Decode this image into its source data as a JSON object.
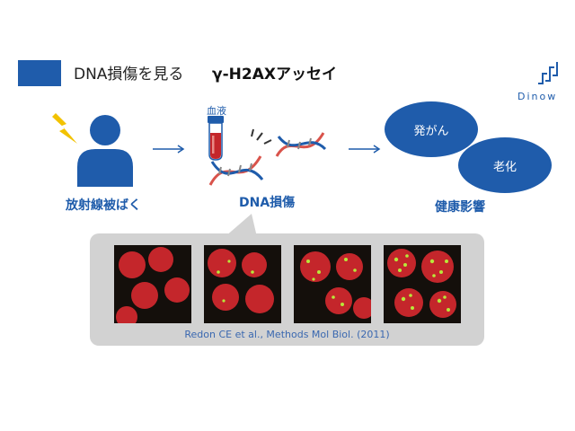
{
  "header": {
    "title": "DNA損傷を見る",
    "subtitle": "γ-H2AXアッセイ"
  },
  "brand": {
    "name": "Dinow"
  },
  "flow": {
    "exposure_label": "放射線被ばく",
    "blood_label": "血液",
    "damage_label": "DNA損傷",
    "health_label": "健康影響",
    "effects": [
      "発がん",
      "老化"
    ]
  },
  "micrographs": {
    "citation": "Redon CE et al., Methods Mol Biol. (2011)"
  },
  "colors": {
    "accent": "#1f5cab",
    "panel": "#d2d2d2",
    "cell_red": "#c4262b",
    "focus_green": "#b8e83a",
    "dna_red": "#d9534b",
    "dna_blue": "#1f5cab",
    "lightning": "#f2c200"
  }
}
